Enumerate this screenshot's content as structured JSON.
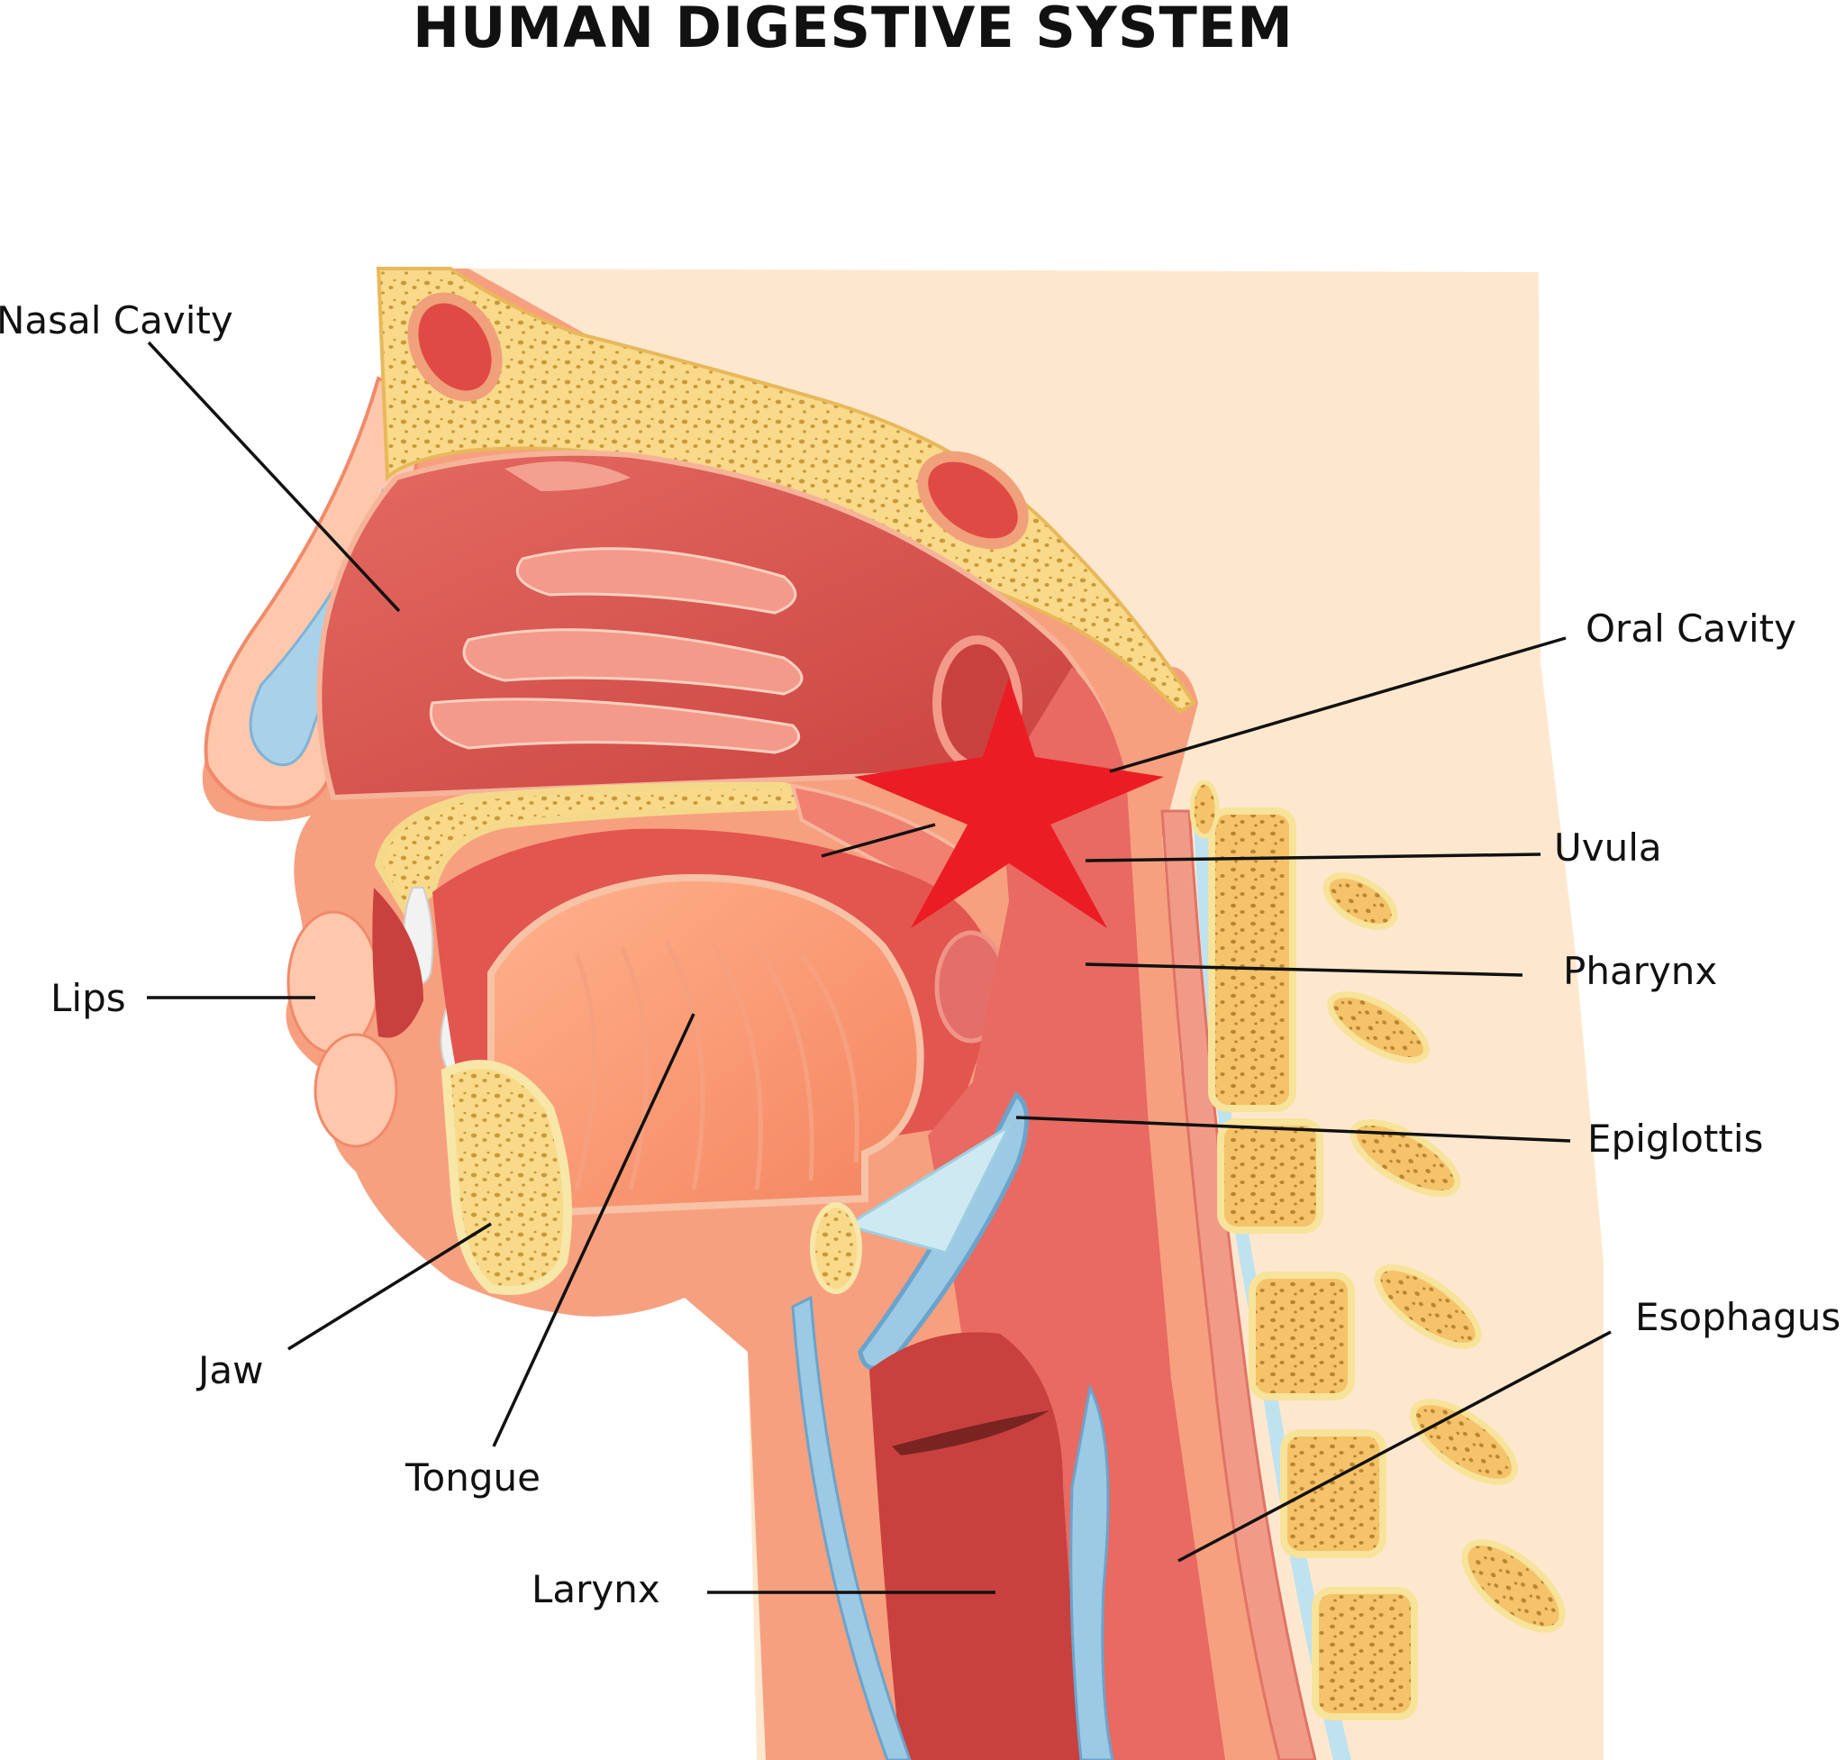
{
  "title": "HUMAN DIGESTIVE SYSTEM",
  "labels": {
    "nasal_cavity": "Nasal Cavity",
    "oral_cavity": "Oral Cavity",
    "uvula": "Uvula",
    "pharynx": "Pharynx",
    "lips": "Lips",
    "epiglottis": "Epiglottis",
    "jaw": "Jaw",
    "esophagus": "Esophagus",
    "tongue": "Tongue",
    "larynx": "Larynx"
  },
  "colors": {
    "skin": "#f7a07f",
    "skin_light": "#ffc8ad",
    "background_tissue": "#fde8cf",
    "bone": "#f9d98a",
    "bone_pore": "#c99a3a",
    "cavity": "#d9534f",
    "cavity_light": "#f08a7e",
    "cartilage": "#9cc9e3",
    "marker_star": "#ec1c24"
  }
}
